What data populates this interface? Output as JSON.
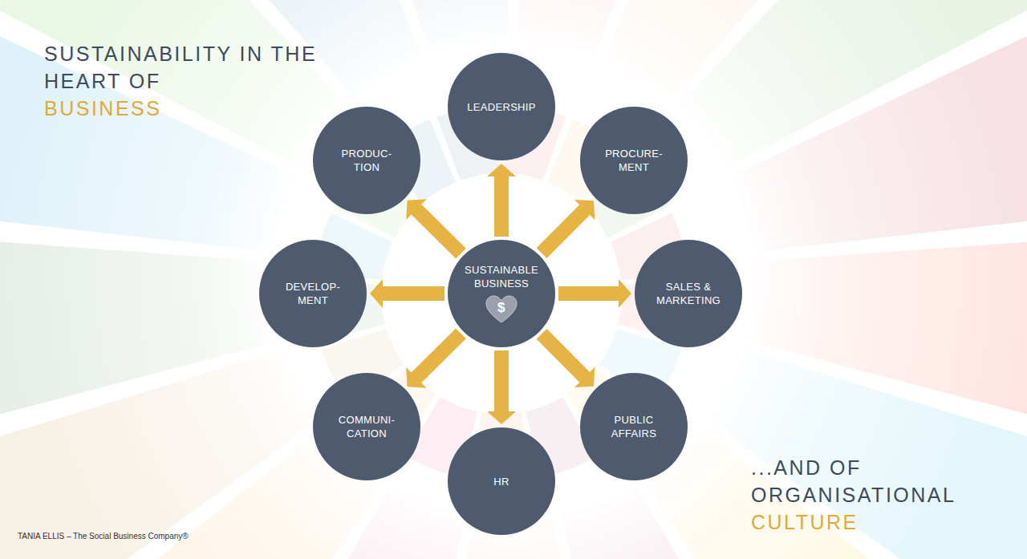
{
  "diagram": {
    "title": "SUSTAINABILITY IN THE HEART OF",
    "nodes": [
      {
        "text": [
          "LEADERSHIP"
        ]
      },
      {
        "text": [
          "PRODUC- TION"
        ]
      },
      {
        "text": [
          "PROCURE- MENT"
        ]
      },
      {
        "text": [
          "DEVELOP- MENT"
        ]
      },
      {
        "text": [
          "SUSTAINABLE BUSINESS",
          "$"
        ]
      },
      {
        "text": [
          "SALES & MARKETING"
        ]
      },
      {
        "text": [
          "COMMUNI- CATION"
        ]
      },
      {
        "text": [
          "PUBLIC AFFAIRS"
        ]
      },
      {
        "text": [
          "HR"
        ]
      }
    ],
    "edges": [
      {
        "from": 4,
        "to": 0,
        "arrow": "to"
      },
      {
        "from": 4,
        "to": 2,
        "arrow": "to"
      },
      {
        "from": 4,
        "to": 5,
        "arrow": "to"
      },
      {
        "from": 4,
        "to": 7,
        "arrow": "to"
      },
      {
        "from": 4,
        "to": 8,
        "arrow": "to"
      },
      {
        "from": 4,
        "to": 6,
        "arrow": "to"
      },
      {
        "from": 4,
        "to": 3,
        "arrow": "to"
      },
      {
        "from": 4,
        "to": 1,
        "arrow": "to"
      }
    ],
    "labels": [
      "BUSINESS",
      "...AND OF ORGANISATIONAL",
      "CULTURE",
      "TANIA ELLIS – The Social Business Company®"
    ]
  }
}
